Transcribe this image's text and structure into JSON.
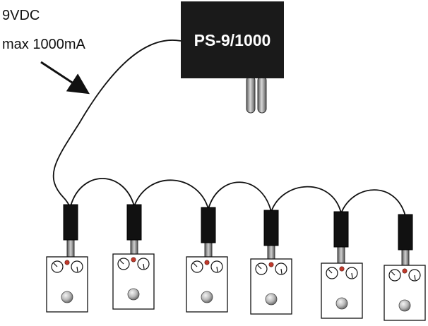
{
  "power_supply": {
    "label": "PS-9/1000",
    "body_color": "#1a1a1a",
    "prong_color": "#8a8a8a"
  },
  "spec": {
    "voltage_line": "9VDC",
    "current_line": "max 1000mA"
  },
  "cable_color": "#111111",
  "pedal_count": 6,
  "pedal_colors": {
    "enclosure": "#ffffff",
    "indicator": "#c0392b",
    "footswitch": "#bdbdbd",
    "plug_body": "#111111",
    "plug_tip": "#8c8c8c"
  }
}
